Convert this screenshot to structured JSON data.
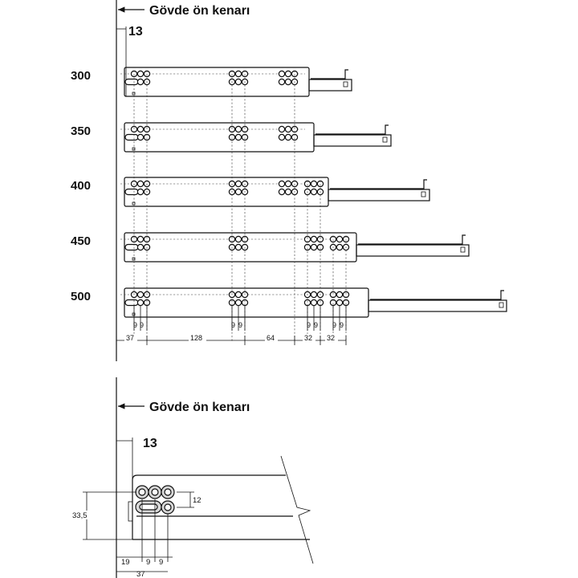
{
  "top": {
    "label": "Gövde ön kenarı",
    "offset": "13",
    "sizes": [
      "300",
      "350",
      "400",
      "450",
      "500"
    ],
    "dims": {
      "d37": "37",
      "d128": "128",
      "d64": "64",
      "d32a": "32",
      "d32b": "32",
      "nine": "9"
    }
  },
  "bottom": {
    "label": "Gövde ön kenarı",
    "offset": "13",
    "height": "33,5",
    "gap": "12",
    "d19": "19",
    "d9a": "9",
    "d9b": "9",
    "d37": "37"
  }
}
